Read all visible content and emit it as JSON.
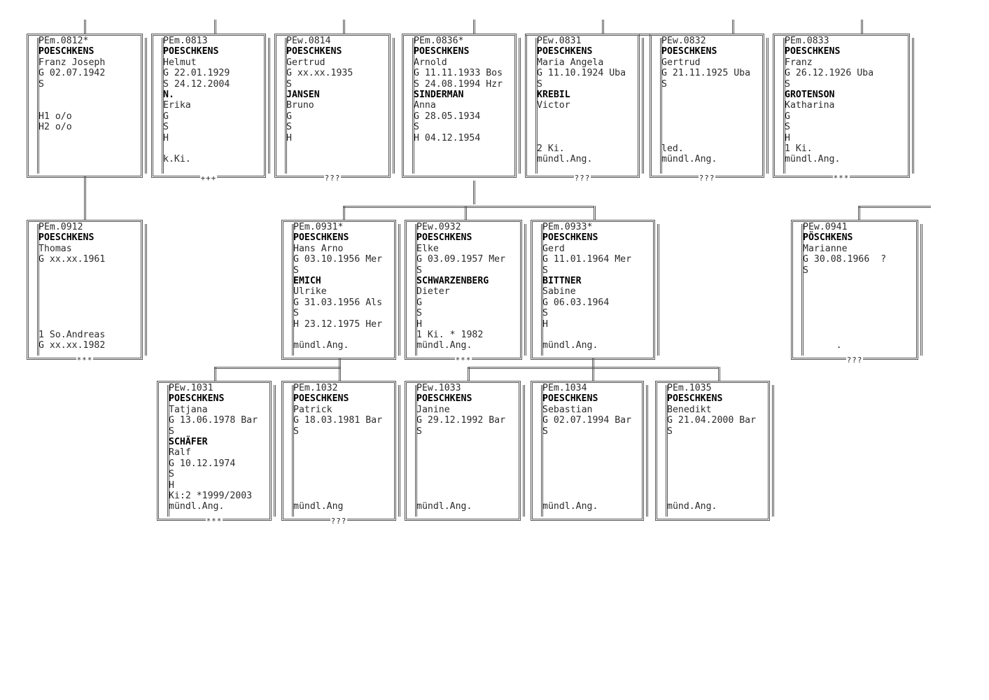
{
  "persons": [
    {
      "id": "p0812",
      "lines": [
        "PEm.0812*",
        "POESCHKENS",
        "Franz Joseph",
        "G 02.07.1942",
        "S",
        "",
        "",
        "H1 o/o",
        "H2 o/o"
      ],
      "bold": [
        1
      ],
      "footer": ""
    },
    {
      "id": "p0813",
      "lines": [
        "PEm.0813",
        "POESCHKENS",
        "Helmut",
        "G 22.01.1929",
        "S 24.12.2004",
        "N.",
        "Erika",
        "G",
        "S",
        "H",
        "",
        "k.Ki."
      ],
      "bold": [
        1,
        5
      ],
      "footer": "+++"
    },
    {
      "id": "p0814",
      "lines": [
        "PEw.0814",
        "POESCHKENS",
        "Gertrud",
        "G xx.xx.1935",
        "S",
        "JANSEN",
        "Bruno",
        "G",
        "S",
        "H"
      ],
      "bold": [
        1,
        5
      ],
      "footer": "???"
    },
    {
      "id": "p0836",
      "lines": [
        "PEm.0836*",
        "POESCHKENS",
        "Arnold",
        "G 11.11.1933 Bos",
        "S 24.08.1994 Hzr",
        "SINDERMAN",
        "Anna",
        "G 28.05.1934",
        "S",
        "H 04.12.1954"
      ],
      "bold": [
        1,
        5
      ],
      "footer": ""
    },
    {
      "id": "p0831",
      "lines": [
        "PEw.0831",
        "POESCHKENS",
        "Maria Angela",
        "G 11.10.1924 Uba",
        "S",
        "KREBIL",
        "Victor",
        "",
        "",
        "",
        "2 Ki.",
        "mündl.Ang."
      ],
      "bold": [
        1,
        5
      ],
      "footer": "???"
    },
    {
      "id": "p0832",
      "lines": [
        "PEw.0832",
        "POESCHKENS",
        "Gertrud",
        "G 21.11.1925 Uba",
        "S",
        "",
        "",
        "",
        "",
        "",
        "led.",
        "mündl.Ang."
      ],
      "bold": [
        1
      ],
      "footer": "???"
    },
    {
      "id": "p0833",
      "lines": [
        "PEm.0833",
        "POESCHKENS",
        "Franz",
        "G 26.12.1926 Uba",
        "S",
        "GROTENSON",
        "Katharina",
        "G",
        "S",
        "H",
        "1 Ki.",
        "mündl.Ang."
      ],
      "bold": [
        1,
        5
      ],
      "footer": "***"
    },
    {
      "id": "p0912",
      "lines": [
        "PEm.0912",
        "POESCHKENS",
        "Thomas",
        "G xx.xx.1961",
        "",
        "",
        "",
        "",
        "",
        "",
        "1 So.Andreas",
        "G xx.xx.1982"
      ],
      "bold": [
        1
      ],
      "footer": "***"
    },
    {
      "id": "p0931",
      "lines": [
        "PEm.0931*",
        "POESCHKENS",
        "Hans Arno",
        "G 03.10.1956 Mer",
        "S",
        "EMICH",
        "Ulrike",
        "G 31.03.1956 Als",
        "S",
        "H 23.12.1975 Her",
        "",
        "mündl.Ang."
      ],
      "bold": [
        1,
        5
      ],
      "footer": ""
    },
    {
      "id": "p0932",
      "lines": [
        "PEw.0932",
        "POESCHKENS",
        "Elke",
        "G 03.09.1957 Mer",
        "S",
        "SCHWARZENBERG",
        "Dieter",
        "G",
        "S",
        "H",
        "1 Ki. * 1982",
        "mündl.Ang."
      ],
      "bold": [
        1,
        5
      ],
      "footer": "***"
    },
    {
      "id": "p0933",
      "lines": [
        "PEm.0933*",
        "POESCHKENS",
        "Gerd",
        "G 11.01.1964 Mer",
        "S",
        "BITTNER",
        "Sabine",
        "G 06.03.1964",
        "S",
        "H",
        "",
        "mündl.Ang."
      ],
      "bold": [
        1,
        5
      ],
      "footer": ""
    },
    {
      "id": "p0941",
      "lines": [
        "PEw.0941",
        "PÖSCHKENS",
        "Marianne",
        "G 30.08.1966  ?",
        "S",
        "",
        "",
        "",
        "",
        "",
        "",
        "      ."
      ],
      "bold": [
        1
      ],
      "footer": "???"
    },
    {
      "id": "p1031",
      "lines": [
        "PEw.1031",
        "POESCHKENS",
        "Tatjana",
        "G 13.06.1978 Bar",
        "S",
        "SCHÄFER",
        "Ralf",
        "G 10.12.1974",
        "S",
        "H",
        "Ki:2 *1999/2003",
        "mündl.Ang."
      ],
      "bold": [
        1,
        5
      ],
      "footer": "***"
    },
    {
      "id": "p1032",
      "lines": [
        "PEm.1032",
        "POESCHKENS",
        "Patrick",
        "G 18.03.1981 Bar",
        "S",
        "",
        "",
        "",
        "",
        "",
        "",
        "mündl.Ang"
      ],
      "bold": [
        1
      ],
      "footer": "???"
    },
    {
      "id": "p1033",
      "lines": [
        "PEw.1033",
        "POESCHKENS",
        "Janine",
        "G 29.12.1992 Bar",
        "S",
        "",
        "",
        "",
        "",
        "",
        "",
        "mündl.Ang."
      ],
      "bold": [
        1
      ],
      "footer": ""
    },
    {
      "id": "p1034",
      "lines": [
        "PEm.1034",
        "POESCHKENS",
        "Sebastian",
        "G 02.07.1994 Bar",
        "S",
        "",
        "",
        "",
        "",
        "",
        "",
        "mündl.Ang."
      ],
      "bold": [
        1
      ],
      "footer": ""
    },
    {
      "id": "p1035",
      "lines": [
        "PEm.1035",
        "POESCHKENS",
        "Benedikt",
        "G 21.04.2000 Bar",
        "S",
        "",
        "",
        "",
        "",
        "",
        "",
        "münd.Ang."
      ],
      "bold": [
        1
      ],
      "footer": ""
    }
  ]
}
